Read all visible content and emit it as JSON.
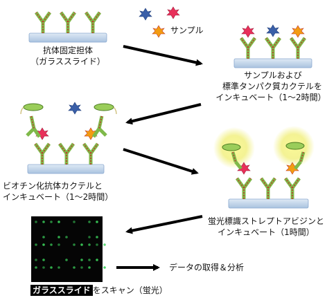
{
  "labels": {
    "sample": "サンプル",
    "step1_line1": "抗体固定担体",
    "step1_line2": "（ガラススライド）",
    "step2_line1": "サンプルおよび",
    "step2_line2": "標準タンパク質カクテルを",
    "step2_line3": "インキュベート（1〜2時間）",
    "step3_line1": "ビオチン化抗体カクテルと",
    "step3_line2": "インキュベート（1〜2時間）",
    "step4_line1": "蛍光標識ストレプトアビジンと",
    "step4_line2": "インキュベート（1時間）",
    "scan_highlight": "ガラススライド",
    "scan_rest": "をスキャン（蛍光）",
    "data_step": "データの取得＆分析"
  },
  "colors": {
    "antibody_green": "#7fb94a",
    "antibody_red": "#c0392b",
    "slide_blue": "#c7d8ec",
    "sample_red": "#e8305a",
    "sample_blue": "#3a5fa8",
    "sample_orange": "#f39c12",
    "glow_yellow": "#f4f28a",
    "spot_green": "#3bd15a"
  }
}
